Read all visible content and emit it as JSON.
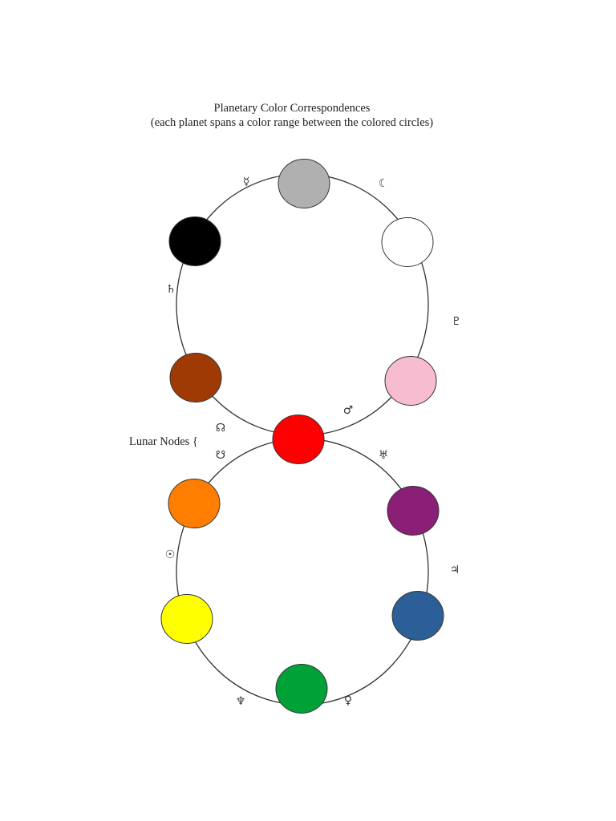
{
  "title": {
    "line1": "Planetary Color Correspondences",
    "line2": "(each planet spans a color range between the colored circles)"
  },
  "lunar_nodes_label": "Lunar Nodes {",
  "upper_ring": {
    "circles": [
      {
        "name": "gray-circle",
        "color": "#b0b0b0"
      },
      {
        "name": "white-circle",
        "color": "#ffffff"
      },
      {
        "name": "pink-circle",
        "color": "#f7bcd0"
      },
      {
        "name": "red-circle",
        "color": "#ff0000"
      },
      {
        "name": "brown-circle",
        "color": "#a03a04"
      },
      {
        "name": "black-circle",
        "color": "#000000"
      }
    ],
    "symbols": [
      {
        "name": "mercury-symbol-icon",
        "glyph": "☿"
      },
      {
        "name": "moon-symbol-icon",
        "glyph": "☾"
      },
      {
        "name": "pluto-symbol-icon",
        "glyph": "♇"
      },
      {
        "name": "mars-symbol-icon",
        "glyph": "♂"
      },
      {
        "name": "ascending-node-symbol-icon",
        "glyph": "☊"
      },
      {
        "name": "saturn-symbol-icon",
        "glyph": "♄"
      }
    ]
  },
  "lower_ring": {
    "circles": [
      {
        "name": "purple-circle",
        "color": "#8b1e76"
      },
      {
        "name": "blue-circle",
        "color": "#2c5e98"
      },
      {
        "name": "green-circle",
        "color": "#00a136"
      },
      {
        "name": "yellow-circle",
        "color": "#ffff00"
      },
      {
        "name": "orange-circle",
        "color": "#ff7e00"
      }
    ],
    "symbols": [
      {
        "name": "uranus-symbol-icon",
        "glyph": "♅"
      },
      {
        "name": "jupiter-symbol-icon",
        "glyph": "♃"
      },
      {
        "name": "venus-symbol-icon",
        "glyph": "♀"
      },
      {
        "name": "neptune-symbol-icon",
        "glyph": "♆"
      },
      {
        "name": "sun-symbol-icon",
        "glyph": "☉"
      },
      {
        "name": "descending-node-symbol-icon",
        "glyph": "☋"
      }
    ]
  }
}
